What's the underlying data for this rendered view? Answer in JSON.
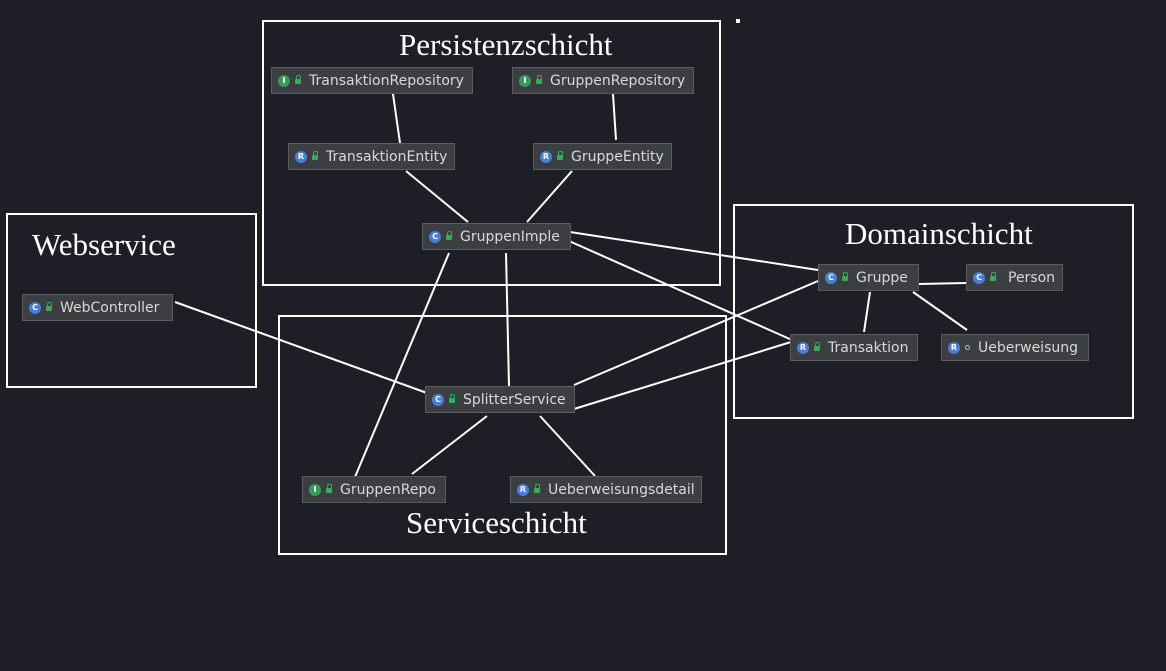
{
  "groups": {
    "persistenz": {
      "title": "Persistenzschicht"
    },
    "domain": {
      "title": "Domainschicht"
    },
    "webservice": {
      "title": "Webservice"
    },
    "service": {
      "title": "Serviceschicht"
    }
  },
  "nodes": {
    "transaktion_repository": {
      "label": "TransaktionRepository",
      "kind": "I",
      "icon": "interface-icon"
    },
    "gruppen_repository": {
      "label": "GruppenRepository",
      "kind": "I",
      "icon": "interface-icon"
    },
    "transaktion_entity": {
      "label": "TransaktionEntity",
      "kind": "R",
      "icon": "record-icon"
    },
    "gruppe_entity": {
      "label": "GruppeEntity",
      "kind": "R",
      "icon": "record-icon"
    },
    "gruppen_imple": {
      "label": "GruppenImple",
      "kind": "C",
      "icon": "class-icon"
    },
    "gruppe": {
      "label": "Gruppe",
      "kind": "C",
      "icon": "class-icon"
    },
    "person": {
      "label": "Person",
      "kind": "C",
      "icon": "class-icon"
    },
    "transaktion": {
      "label": "Transaktion",
      "kind": "R",
      "icon": "record-icon"
    },
    "ueberweisung": {
      "label": "Ueberweisung",
      "kind": "R",
      "icon": "record-icon"
    },
    "web_controller": {
      "label": "WebController",
      "kind": "C",
      "icon": "class-icon"
    },
    "splitter_service": {
      "label": "SplitterService",
      "kind": "C",
      "icon": "class-icon"
    },
    "gruppen_repo": {
      "label": "GruppenRepo",
      "kind": "I",
      "icon": "interface-icon"
    },
    "ueberweisungsdetail": {
      "label": "Ueberweisungsdetail",
      "kind": "R",
      "icon": "record-icon"
    }
  },
  "edges": [
    [
      "transaktion_repository",
      "transaktion_entity"
    ],
    [
      "gruppen_repository",
      "gruppe_entity"
    ],
    [
      "transaktion_entity",
      "gruppen_imple"
    ],
    [
      "gruppe_entity",
      "gruppen_imple"
    ],
    [
      "gruppen_imple",
      "gruppe"
    ],
    [
      "gruppen_imple",
      "transaktion"
    ],
    [
      "gruppen_imple",
      "splitter_service"
    ],
    [
      "gruppen_imple",
      "gruppen_repo"
    ],
    [
      "gruppe",
      "person"
    ],
    [
      "gruppe",
      "transaktion"
    ],
    [
      "gruppe",
      "ueberweisung"
    ],
    [
      "gruppe",
      "splitter_service"
    ],
    [
      "web_controller",
      "splitter_service"
    ],
    [
      "splitter_service",
      "transaktion"
    ],
    [
      "splitter_service",
      "gruppen_repo"
    ],
    [
      "splitter_service",
      "ueberweisungsdetail"
    ]
  ],
  "colors": {
    "background": "#1e1f26",
    "border": "#ffffff",
    "node_fill": "#3c3f41",
    "class_badge": "#4a7ed6",
    "interface_badge": "#3a9a5c"
  }
}
